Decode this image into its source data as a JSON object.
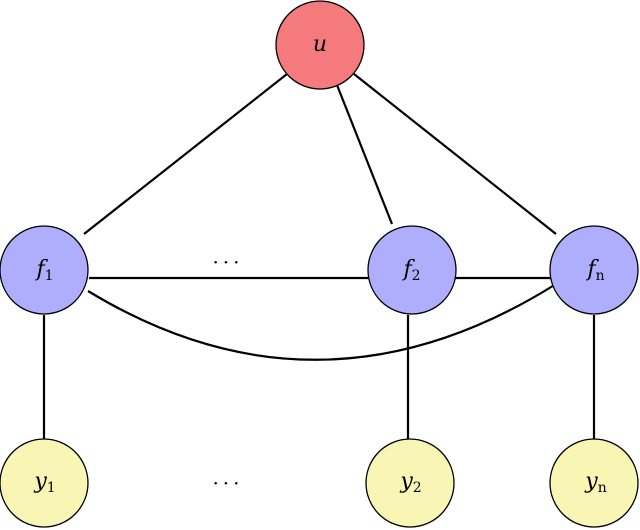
{
  "colors": {
    "u_fill": "#f47a7d",
    "f_fill": "#aeaefc",
    "y_fill": "#f9f6b5",
    "edge": "#000000"
  },
  "nodes": {
    "u": {
      "main": "u",
      "sub": ""
    },
    "f1": {
      "main": "f",
      "sub": "1"
    },
    "f2": {
      "main": "f",
      "sub": "2"
    },
    "fn": {
      "main": "f",
      "sub": "n"
    },
    "y1": {
      "main": "y",
      "sub": "1"
    },
    "y2": {
      "main": "y",
      "sub": "2"
    },
    "yn": {
      "main": "y",
      "sub": "n"
    }
  },
  "ellipsis": {
    "f_row": "···",
    "y_row": "···"
  },
  "edges": [
    [
      "u",
      "f1"
    ],
    [
      "u",
      "f2"
    ],
    [
      "u",
      "fn"
    ],
    [
      "f1",
      "f2"
    ],
    [
      "f2",
      "fn"
    ],
    [
      "f1",
      "fn"
    ],
    [
      "f1",
      "y1"
    ],
    [
      "f2",
      "y2"
    ],
    [
      "fn",
      "yn"
    ]
  ]
}
